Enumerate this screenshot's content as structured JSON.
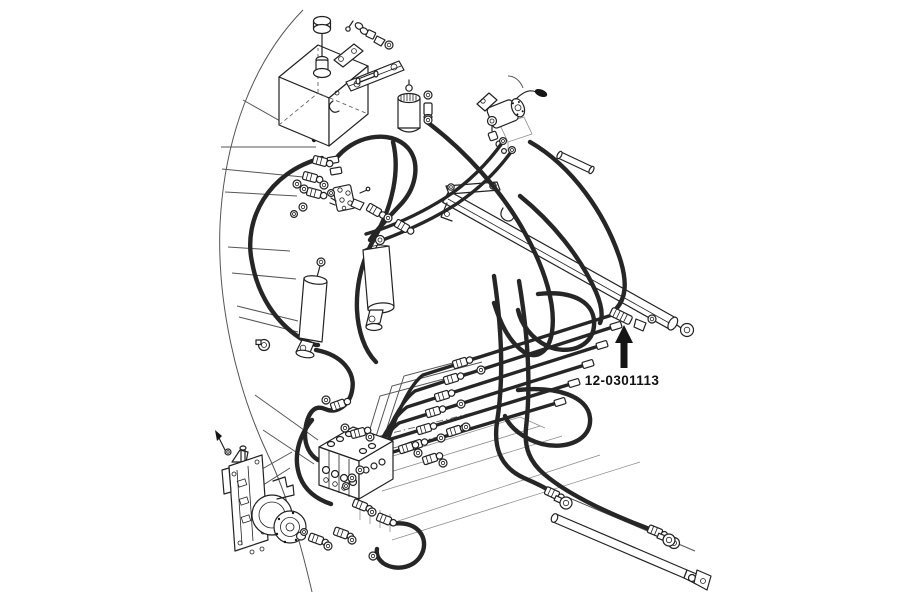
{
  "figure": {
    "type": "exploded-parts-diagram",
    "subject": "hydraulic hoses, cylinders, pump, control valve and reservoir",
    "background_color": "#ffffff",
    "line_color": "#222222",
    "hose_color": "#262626"
  },
  "callout": {
    "part_number": "12-0301113",
    "arrow_direction": "up",
    "arrow_color": "#151515"
  },
  "icons": {
    "reservoir_tank": "isometric-box",
    "filler_cap": "small-cylinder",
    "suction_filter": "ribbed-canister",
    "valve_actuator": "cylinder-with-lever",
    "boom_cylinder": "long-diagonal-tube",
    "lift_cylinder_left": "vertical-tube",
    "lift_cylinder_center": "vertical-tube",
    "steering_cylinder": "thin-diagonal-tube",
    "control_valve": "isometric-spool-block",
    "hydraulic_pump": "gear-pump-circles",
    "hose": "thick-black-curve",
    "fitting": "hex-with-collar",
    "callout_arrow": "solid-up-arrow"
  }
}
